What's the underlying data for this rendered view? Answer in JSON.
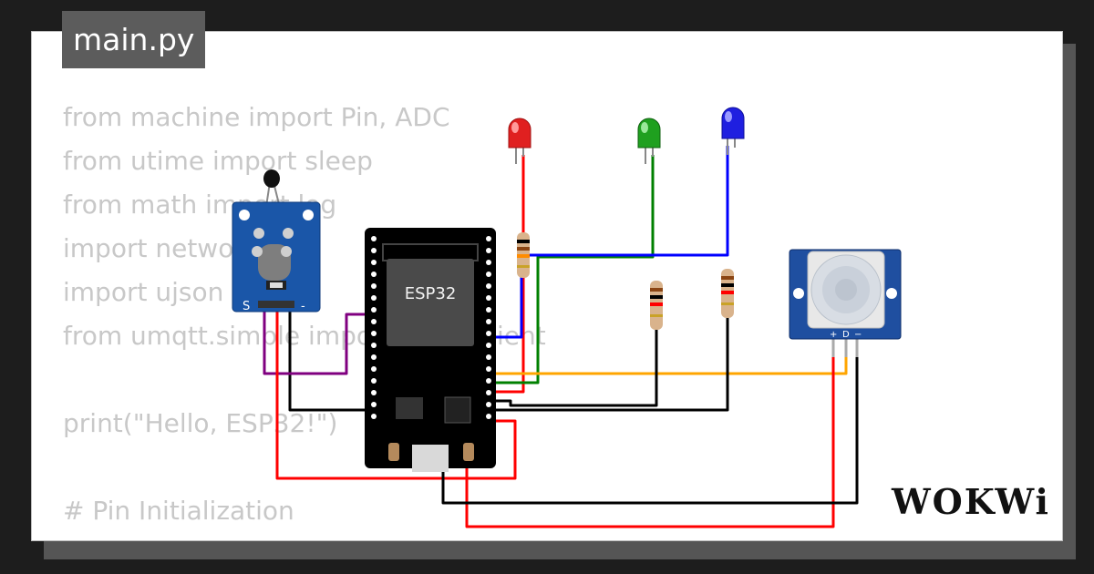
{
  "editor": {
    "filename": "main.py",
    "code_lines": [
      "from machine import Pin, ADC",
      "from utime import sleep",
      "from math import log",
      "import network",
      "import ujson",
      "from umqtt.simple import MQTTClient",
      "",
      "print(\"Hello, ESP32!\")",
      "",
      "# Pin Initialization"
    ]
  },
  "circuit": {
    "board_label": "ESP32",
    "sensor_pin_s": "S",
    "sensor_pin_minus": "-",
    "pir_pins": [
      "+",
      "D",
      "−"
    ],
    "led_colors": {
      "red": "#e02020",
      "green": "#1fa01f",
      "blue": "#1f1fe0"
    },
    "wire_colors": {
      "red": "#ff0000",
      "black": "#000000",
      "green": "#008000",
      "blue": "#0000ff",
      "orange": "#ffa500",
      "purple": "#800080"
    }
  },
  "branding": {
    "logo": "WOKWi"
  }
}
